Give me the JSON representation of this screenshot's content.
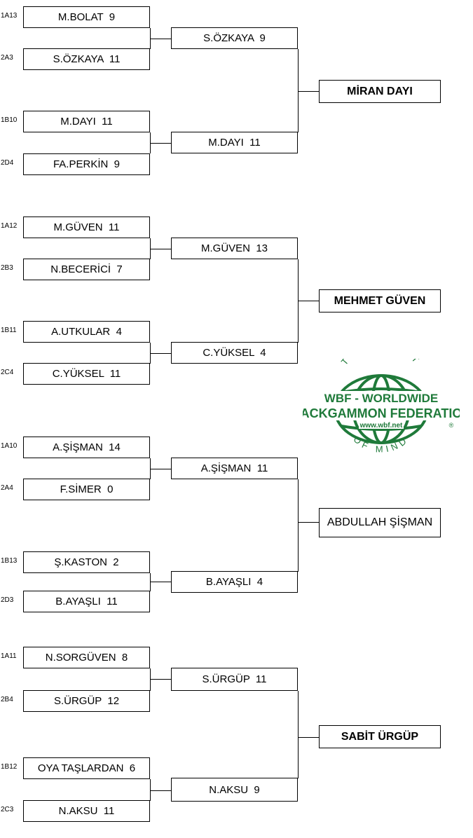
{
  "colors": {
    "logo_green": "#1f7a3a",
    "line": "#000000"
  },
  "groups": [
    {
      "first_round": [
        {
          "seed": "1A13",
          "label": "M.BOLAT  9"
        },
        {
          "seed": "2A3",
          "label": "S.ÖZKAYA  11"
        },
        {
          "seed": "1B10",
          "label": "M.DAYI  11"
        },
        {
          "seed": "2D4",
          "label": "FA.PERKİN  9"
        }
      ],
      "second_round": [
        {
          "label": "S.ÖZKAYA  9"
        },
        {
          "label": "M.DAYI  11"
        }
      ],
      "winner": "MİRAN DAYI"
    },
    {
      "first_round": [
        {
          "seed": "1A12",
          "label": "M.GÜVEN  11"
        },
        {
          "seed": "2B3",
          "label": "N.BECERİCİ  7"
        },
        {
          "seed": "1B11",
          "label": "A.UTKULAR  4"
        },
        {
          "seed": "2C4",
          "label": "C.YÜKSEL  11"
        }
      ],
      "second_round": [
        {
          "label": "M.GÜVEN  13"
        },
        {
          "label": "C.YÜKSEL  4"
        }
      ],
      "winner": "MEHMET GÜVEN"
    },
    {
      "first_round": [
        {
          "seed": "1A10",
          "label": "A.ŞİŞMAN  14"
        },
        {
          "seed": "2A4",
          "label": "F.SİMER  0"
        },
        {
          "seed": "1B13",
          "label": "Ş.KASTON  2"
        },
        {
          "seed": "2D3",
          "label": "B.AYAŞLI  11"
        }
      ],
      "second_round": [
        {
          "label": "A.ŞİŞMAN  11"
        },
        {
          "label": "B.AYAŞLI  4"
        }
      ],
      "winner": "ABDULLAH ŞİŞMAN"
    },
    {
      "first_round": [
        {
          "seed": "1A11",
          "label": "N.SORGÜVEN  8"
        },
        {
          "seed": "2B4",
          "label": "S.ÜRGÜP  12"
        },
        {
          "seed": "1B12",
          "label": "OYA TAŞLARDAN  6"
        },
        {
          "seed": "2C3",
          "label": "N.AKSU  11"
        }
      ],
      "second_round": [
        {
          "label": "S.ÜRGÜP  11"
        },
        {
          "label": "N.AKSU  9"
        }
      ],
      "winner": "SABİT ÜRGÜP"
    }
  ],
  "logo": {
    "arc_top": "THE SPORT",
    "line1": "WBF - WORLDWIDE",
    "line2": "BACKGAMMON FEDERATION",
    "url": "www.wbf.net",
    "arc_bottom": "OF MIND",
    "mark": "®"
  }
}
